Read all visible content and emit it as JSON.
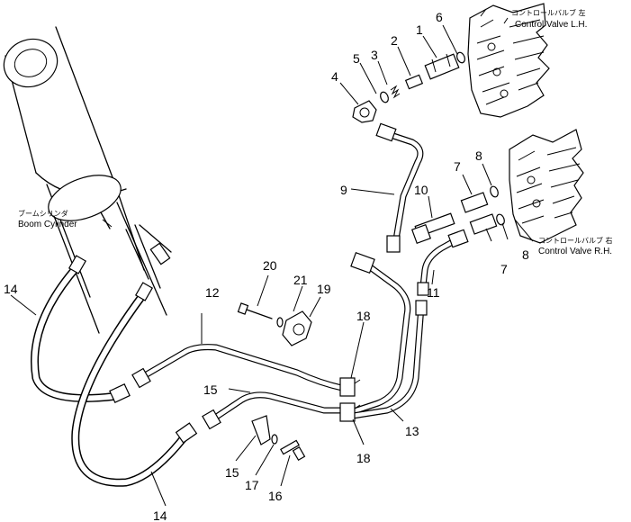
{
  "labels": {
    "cv_left_jp": "コントロールバルブ 左",
    "cv_left_en": "Control Valve L.H.",
    "cv_right_jp": "コントロールバルブ 右",
    "cv_right_en": "Control Valve R.H.",
    "boom_jp": "ブームシリンダ",
    "boom_en": "Boom Cylinder"
  },
  "callouts": {
    "c1": "1",
    "c2": "2",
    "c3": "3",
    "c4": "4",
    "c5": "5",
    "c6": "6",
    "c7a": "7",
    "c7b": "7",
    "c8a": "8",
    "c8b": "8",
    "c9": "9",
    "c10": "10",
    "c11": "11",
    "c12": "12",
    "c13": "13",
    "c14a": "14",
    "c14b": "14",
    "c15a": "15",
    "c15b": "15",
    "c16": "16",
    "c17": "17",
    "c18a": "18",
    "c18b": "18",
    "c19": "19",
    "c20": "20",
    "c21": "21"
  }
}
